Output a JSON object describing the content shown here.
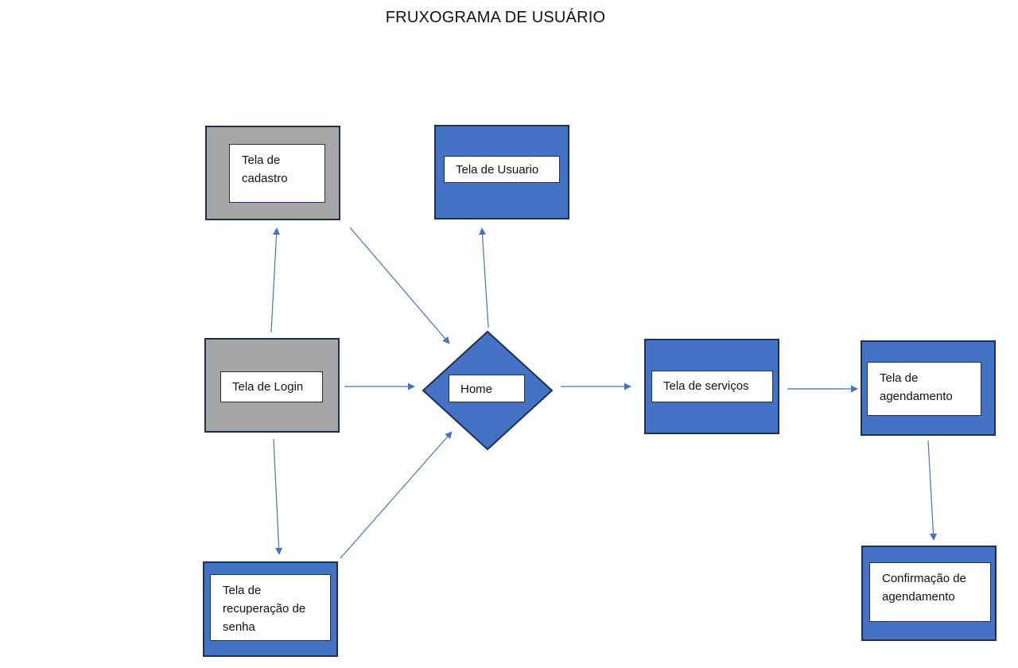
{
  "title": "FRUXOGRAMA DE USUÁRIO",
  "colors": {
    "gray_box": "#a6a6a6",
    "blue_box": "#4472c4",
    "arrow": "#4472c4",
    "border": "#1f2f4f"
  },
  "nodes": {
    "cadastro": "Tela de cadastro",
    "usuario": "Tela de Usuario",
    "login": "Tela de Login",
    "home": "Home",
    "servicos": "Tela de serviços",
    "agendamento": "Tela de agendamento",
    "recuperacao": "Tela de recuperação de senha",
    "confirmacao": "Confirmação de agendamento"
  },
  "edges": [
    {
      "from": "login",
      "to": "cadastro"
    },
    {
      "from": "login",
      "to": "home"
    },
    {
      "from": "login",
      "to": "recuperacao"
    },
    {
      "from": "cadastro",
      "to": "home"
    },
    {
      "from": "recuperacao",
      "to": "home"
    },
    {
      "from": "home",
      "to": "usuario"
    },
    {
      "from": "home",
      "to": "servicos"
    },
    {
      "from": "servicos",
      "to": "agendamento"
    },
    {
      "from": "agendamento",
      "to": "confirmacao"
    }
  ]
}
